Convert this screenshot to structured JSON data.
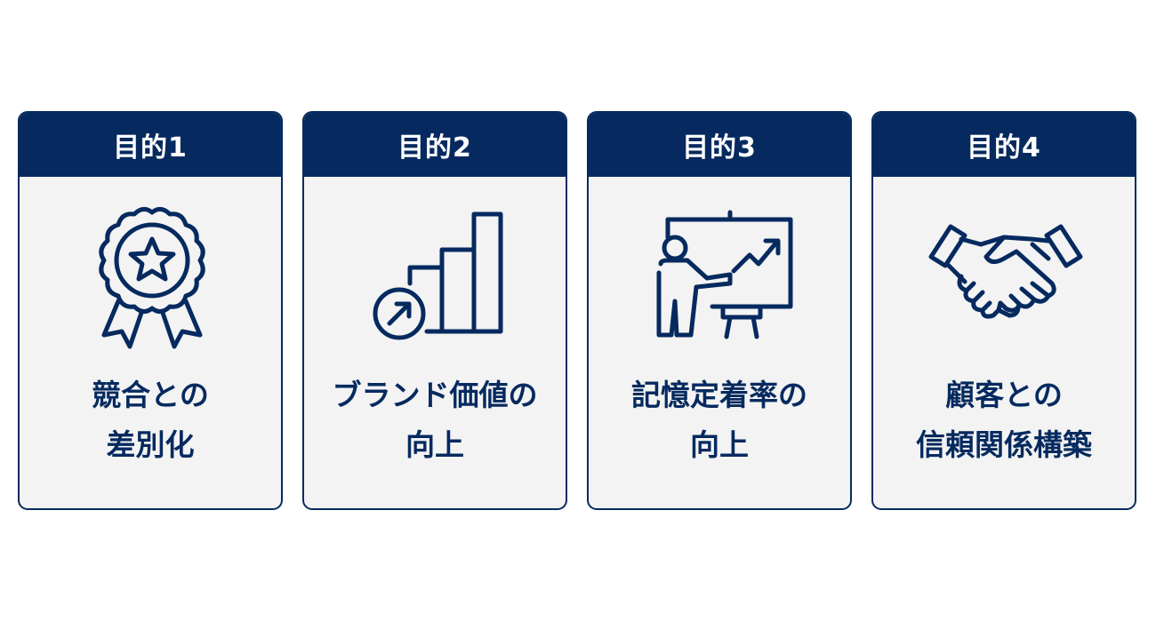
{
  "cards": [
    {
      "title": "目的1",
      "line1": "競合との",
      "line2": "差別化",
      "icon": "award-ribbon-icon"
    },
    {
      "title": "目的2",
      "line1": "ブランド価値の",
      "line2": "向上",
      "icon": "growth-bar-chart-icon"
    },
    {
      "title": "目的3",
      "line1": "記憶定着率の",
      "line2": "向上",
      "icon": "presentation-icon"
    },
    {
      "title": "目的4",
      "line1": "顧客との",
      "line2": "信頼関係構築",
      "icon": "handshake-icon"
    }
  ],
  "colors": {
    "navy": "#062a5f",
    "card_bg": "#f3f3f3"
  }
}
